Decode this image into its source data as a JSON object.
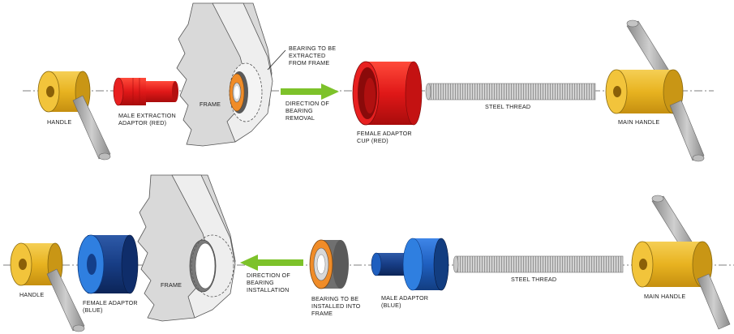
{
  "extraction": {
    "handle": "HANDLE",
    "male_adaptor_line1": "MALE EXTRACTION",
    "male_adaptor_line2": "ADAPTOR (RED)",
    "frame": "FRAME",
    "bearing_line1": "BEARING TO BE",
    "bearing_line2": "EXTRACTED",
    "bearing_line3": "FROM FRAME",
    "direction_line1": "DIRECTION OF",
    "direction_line2": "BEARING",
    "direction_line3": "REMOVAL",
    "cup_line1": "FEMALE ADAPTOR",
    "cup_line2": "CUP (RED)",
    "thread": "STEEL THREAD",
    "main_handle": "MAIN HANDLE"
  },
  "installation": {
    "handle": "HANDLE",
    "female_adaptor_line1": "FEMALE ADAPTOR",
    "female_adaptor_line2": "(BLUE)",
    "frame": "FRAME",
    "direction_line1": "DIRECTION OF",
    "direction_line2": "BEARING",
    "direction_line3": "INSTALLATION",
    "bearing_line1": "BEARING TO BE",
    "bearing_line2": "INSTALLED INTO",
    "bearing_line3": "FRAME",
    "male_adaptor_line1": "MALE ADAPTOR",
    "male_adaptor_line2": "(BLUE)",
    "thread": "STEEL THREAD",
    "main_handle": "MAIN HANDLE"
  },
  "colors": {
    "handle_yellow": "#e8b320",
    "adaptor_red": "#e01818",
    "adaptor_blue": "#1f5fbf",
    "bearing_orange": "#f08c28",
    "frame_gray": "#d9d9d9",
    "arrow_green": "#7dc22a",
    "rod_gray": "#a8a8a8"
  }
}
